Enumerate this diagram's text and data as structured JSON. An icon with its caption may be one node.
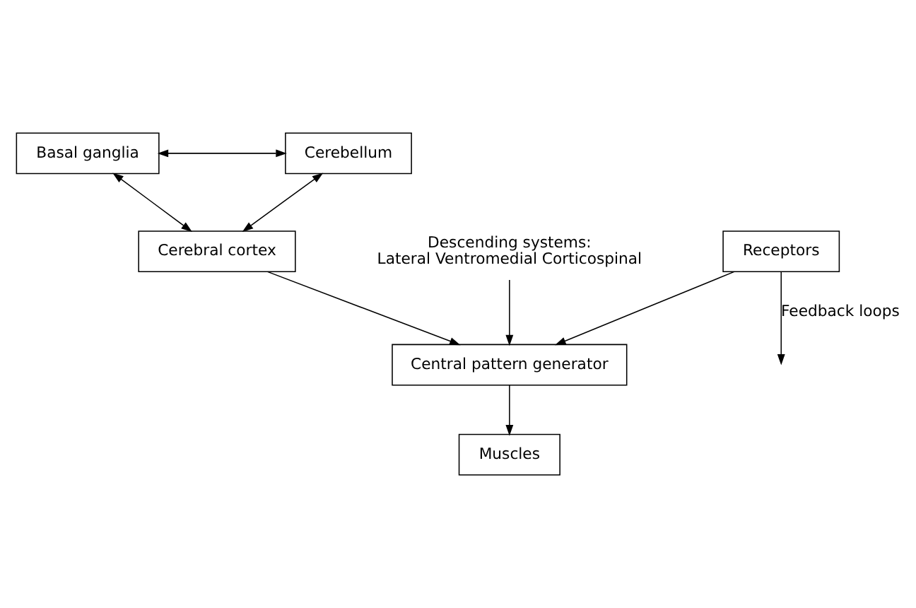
{
  "diagram": {
    "nodes": [
      {
        "text": [
          "Basal ganglia"
        ]
      },
      {
        "text": [
          "Cerebellum"
        ]
      },
      {
        "text": [
          "Cerebral cortex"
        ]
      },
      {
        "text": [
          "Descending systems:",
          "Lateral Ventromedial Corticospinal"
        ]
      },
      {
        "text": [
          "Central pattern generator"
        ]
      },
      {
        "text": [
          "Receptors"
        ]
      },
      {
        "text": [
          "Muscles"
        ]
      }
    ],
    "edges": [
      {
        "from": 0,
        "to": 1,
        "arrow": "both"
      },
      {
        "from": 0,
        "to": 2,
        "arrow": "both"
      },
      {
        "from": 1,
        "to": 2,
        "arrow": "both"
      },
      {
        "from": 2,
        "to": 4,
        "arrow": "to"
      },
      {
        "from": 3,
        "to": 4,
        "arrow": "to"
      },
      {
        "from": 5,
        "to": null,
        "arrow": "to",
        "label": "Feedback loops"
      },
      {
        "from": 5,
        "to": 4,
        "arrow": "to"
      },
      {
        "from": 4,
        "to": 6,
        "arrow": "to"
      }
    ]
  }
}
